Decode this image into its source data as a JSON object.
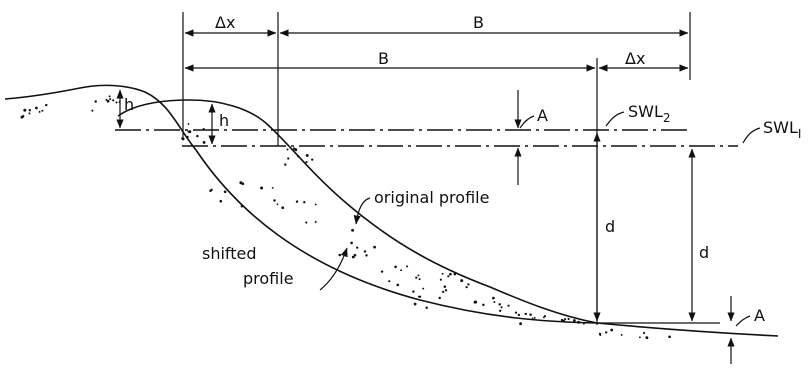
{
  "labels": {
    "dx_left": "Δx",
    "dx_right": "Δx",
    "b_top": "B",
    "b_mid": "B",
    "h_left": "h",
    "h_right": "h",
    "a_top": "A",
    "a_bottom": "A",
    "swl2": "SWL",
    "swl2_sub": "2",
    "swl1": "SWL",
    "swl1_sub": "I",
    "d_left": "d",
    "d_right": "d",
    "original_profile": "original profile",
    "shifted_line1": "shifted",
    "shifted_line2": "profile"
  }
}
